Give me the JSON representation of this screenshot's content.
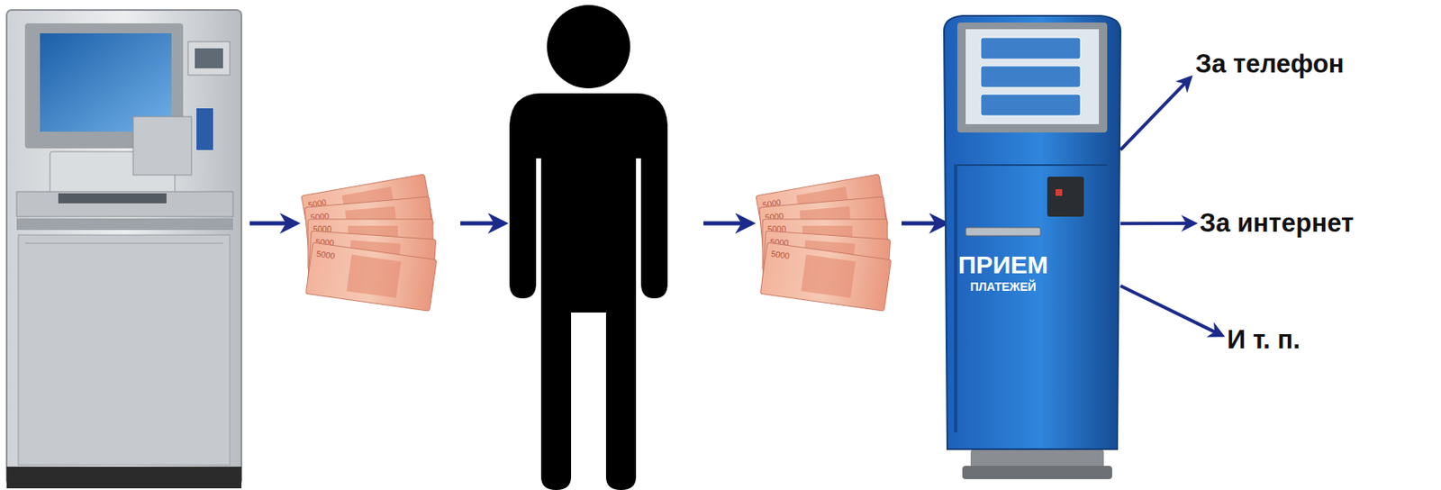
{
  "diagram": {
    "nodes": [
      {
        "text": [
          "ПРИЕМ",
          "ПЛАТЕЖЕЙ"
        ]
      },
      {
        "text": [
          "За телефон"
        ]
      },
      {
        "text": [
          "За интернет"
        ]
      },
      {
        "text": [
          "И т. п."
        ]
      }
    ],
    "edges": [
      {
        "from": 0,
        "to": 1,
        "arrow": "to"
      },
      {
        "from": 0,
        "to": 2,
        "arrow": "to"
      },
      {
        "from": 0,
        "to": 3,
        "arrow": "to"
      }
    ]
  }
}
